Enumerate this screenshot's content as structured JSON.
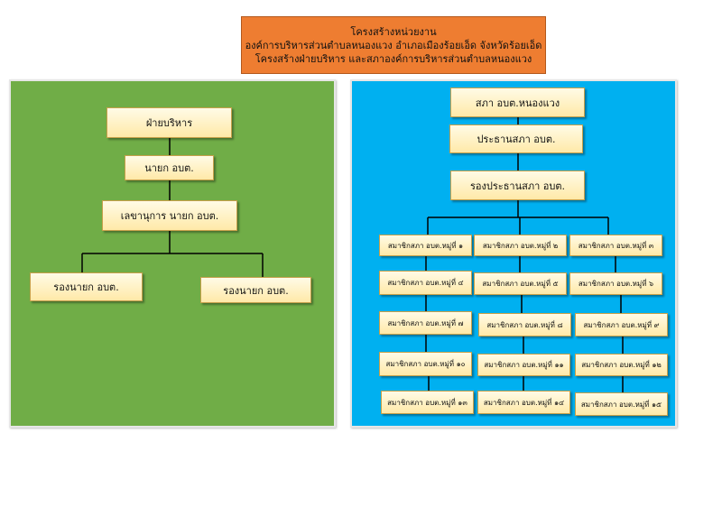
{
  "title": {
    "line1": "โครงสร้างหน่วยงาน",
    "line2": "องค์การบริหารส่วนตำบลหนองแวง อำเภอเมืองร้อยเอ็ด จังหวัดร้อยเอ็ด",
    "line3": "โครงสร้างฝ่ายบริหาร และสภาองค์การบริหารส่วนตำบลหนองแวง"
  },
  "executive": {
    "heading": "ฝ่ายบริหาร",
    "mayor": "นายก อบต.",
    "secretary": "เลขานุการ นายก อบต.",
    "deputy_left": "รองนายก อบต.",
    "deputy_right": "รองนายก อบต."
  },
  "council": {
    "heading": "สภา อบต.หนองแวง",
    "chair": "ประธานสภา อบต.",
    "vice_chair": "รองประธานสภา อบต.",
    "members": [
      "สมาชิกสภา อบต.หมู่ที่ ๑",
      "สมาชิกสภา อบต.หมู่ที่ ๒",
      "สมาชิกสภา อบต.หมู่ที่ ๓",
      "สมาชิกสภา อบต.หมู่ที่ ๔",
      "สมาชิกสภา อบต.หมู่ที่ ๕",
      "สมาชิกสภา อบต.หมู่ที่ ๖",
      "สมาชิกสภา อบต.หมู่ที่ ๗",
      "สมาชิกสภา อบต.หมู่ที่ ๘",
      "สมาชิกสภา อบต.หมู่ที่ ๙",
      "สมาชิกสภา อบต.หมู่ที่ ๑๐",
      "สมาชิกสภา อบต.หมู่ที่ ๑๑",
      "สมาชิกสภา อบต.หมู่ที่ ๑๒",
      "สมาชิกสภา อบต.หมู่ที่ ๑๓",
      "สมาชิกสภา อบต.หมู่ที่ ๑๔",
      "สมาชิกสภา อบต.หมู่ที่ ๑๕"
    ]
  },
  "colors": {
    "title_bg": "#ee7d31",
    "executive_bg": "#70ad47",
    "council_bg": "#00b0f0",
    "node_fill": "#ffe9a8"
  }
}
